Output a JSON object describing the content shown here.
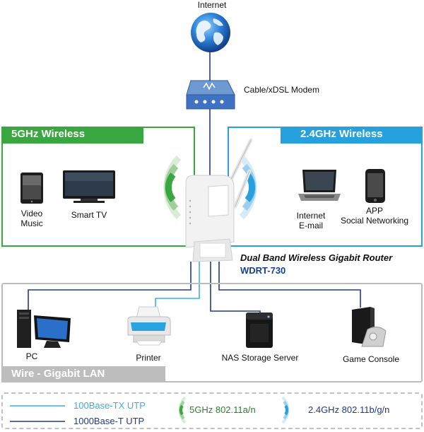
{
  "internet": {
    "label": "Internet"
  },
  "modem": {
    "label": "Cable/xDSL Modem"
  },
  "wireless_5g": {
    "title": "5GHz Wireless",
    "accent": "#3aa63f",
    "devices": [
      {
        "label": "Video\nMusic"
      },
      {
        "label": "Smart TV"
      }
    ]
  },
  "wireless_24g": {
    "title": "2.4GHz Wireless",
    "accent": "#27a0de",
    "devices": [
      {
        "label": "Internet\nE-mail"
      },
      {
        "label": "APP\nSocial Networking"
      }
    ]
  },
  "router": {
    "name": "Dual Band Wireless Gigabit Router",
    "model": "WDRT-730",
    "model_color": "#1a3f8f"
  },
  "lan": {
    "title": "Wire - Gigabit LAN",
    "header_color": "#bdbdbd",
    "devices": [
      {
        "label": "PC"
      },
      {
        "label": "Printer"
      },
      {
        "label": "NAS Storage Server"
      },
      {
        "label": "Game Console"
      }
    ]
  },
  "legend": {
    "items": [
      {
        "label": "100Base-TX UTP",
        "color": "#3ab0e6"
      },
      {
        "label": "1000Base-T UTP",
        "color": "#1f3c8c"
      },
      {
        "label": "5GHz 802.11a/n",
        "color": "#3aa63f"
      },
      {
        "label": "2.4GHz 802.11b/g/n",
        "color": "#1f3c8c"
      }
    ]
  }
}
